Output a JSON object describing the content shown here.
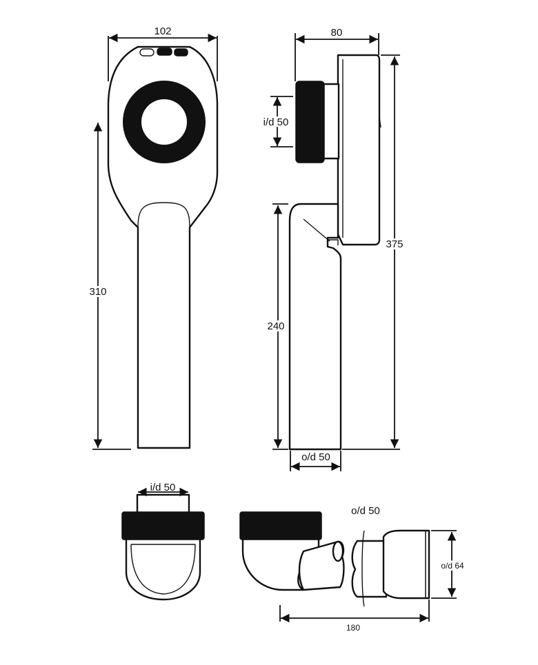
{
  "colors": {
    "line": "#111111",
    "fill": "#ffffff",
    "rubber": "#111111"
  },
  "front_view": {
    "width_label": "102",
    "height_label": "310"
  },
  "side_view": {
    "depth_label": "80",
    "inlet_label": "i/d 50",
    "outlet_height_label": "240",
    "total_height_label": "375",
    "outlet_od_label": "o/d 50"
  },
  "top_view": {
    "inlet_label": "i/d 50"
  },
  "horizontal_view": {
    "outlet_od_label": "o/d 50",
    "connector_od_label": "o/d 64",
    "length_label": "180"
  }
}
